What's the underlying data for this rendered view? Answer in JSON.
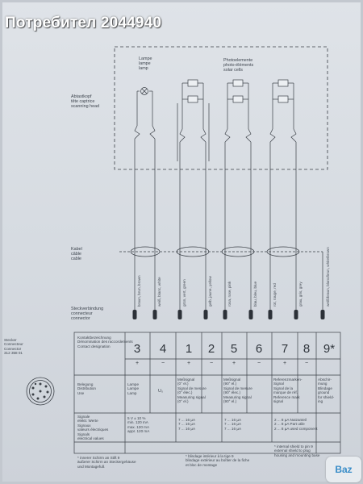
{
  "watermark": "Потребител 2044940",
  "badge": "Baz",
  "scan_head": {
    "de": "Abtastkopf",
    "fr": "tête captrice",
    "en": "scanning head"
  },
  "lamp": {
    "de": "Lampe",
    "fr": "lampe",
    "en": "lamp"
  },
  "photo": {
    "de": "Photoelemente",
    "fr": "photo-éléments",
    "en": "solar cells"
  },
  "cable": {
    "de": "Kabel",
    "fr": "câble",
    "en": "cable"
  },
  "connector": {
    "de": "Steckverbindung",
    "fr": "connecteur",
    "en": "connector"
  },
  "plug": {
    "de": "Stecker",
    "fr": "Connecteur",
    "en": "Connector",
    "code": "312 358 01"
  },
  "wires": [
    "braun, brun, brown",
    "weiß, blanc, white",
    "grün, vert, green",
    "gelb, jaune, yellow",
    "rosa, rose, pink",
    "blau, bleu, blue",
    "rot, rouge, red",
    "grau, gris, grey",
    "weiß/braun, blanc/brun, white/brown"
  ],
  "table": {
    "header": [
      "Kontaktbezeichnung",
      "Dénomination des raccordements",
      "Contact designation"
    ],
    "pins": [
      "3",
      "4",
      "1",
      "2",
      "5",
      "6",
      "7",
      "8",
      "9*"
    ],
    "signs": [
      "+",
      "−",
      "+",
      "−",
      "+",
      "−",
      "+",
      "−",
      ""
    ],
    "belegung_label": [
      "Belegung",
      "Distribution",
      "Use"
    ],
    "belegung": {
      "lamp": [
        "Lampe",
        "Lampe",
        "Lamp"
      ],
      "lamp_sym": "U₀",
      "sig0": [
        "Meßsignal",
        "(0° el.)",
        "Signal de mesure",
        "(0° élec.)",
        "Measuring signal",
        "(0° el.)"
      ],
      "sig90": [
        "Meßsignal",
        "(90° el.)",
        "Signal de mesure",
        "(90° élec.)",
        "Measuring signal",
        "(90° el.)"
      ],
      "ref": [
        "Referenzmarken-",
        "Signal",
        "Signal de la",
        "marque de réf.",
        "Reference mark",
        "signal"
      ],
      "screen": [
        "Abschir-",
        "mung",
        "Blindage",
        "ground",
        "for shield-",
        "ing"
      ]
    },
    "signals_label": [
      "Signale",
      "elektr. Werte",
      "Signaux",
      "valeurs électriques",
      "Signals",
      "electrical values"
    ],
    "signals": {
      "lamp": [
        "5 V ± 10 %",
        "min. 120 mA",
        "max. 120 mA",
        "appr. 120 mA"
      ],
      "sig0": [
        "7 ... 16 µA",
        "7 ... 16 µA",
        "7 ... 16 µA"
      ],
      "sig90": [
        "7 ... 16 µA",
        "7 ... 16 µA",
        "7 ... 16 µA"
      ],
      "ref": [
        "2 ... 8 µA Nutzanteil",
        "2 ... 8 µA Part utile",
        "2 ... 8 µA used component"
      ]
    },
    "notes": {
      "left": [
        "* innerer Schirm an Stift 9",
        "äußerer Schirm an Steckergehäuse",
        "und Montagefuß"
      ],
      "mid": [
        "* blindage intérieur à la tige 9",
        "blindage extérieur au boîtier de la fiche",
        "et bloc de montage"
      ],
      "right": [
        "* internal shield to pin 9",
        "external shield to plug",
        "housing and mounting base"
      ]
    }
  }
}
